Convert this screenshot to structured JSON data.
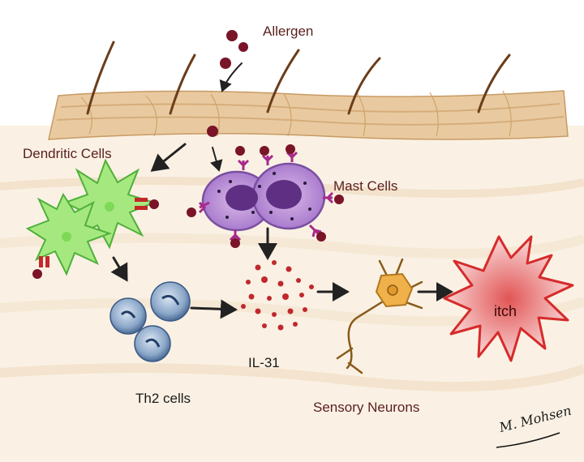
{
  "labels": {
    "allergen": "Allergen",
    "dendritic_cells": "Dendritic Cells",
    "mast_cells": "Mast Cells",
    "il31": "IL-31",
    "th2_cells": "Th2 cells",
    "sensory_neurons": "Sensory Neurons",
    "itch": "itch"
  },
  "signature": "M. Mohsen",
  "colors": {
    "skin_layer": "#e9caa0",
    "dermis": "#faf1e4",
    "hair": "#6b3d1a",
    "allergen": "#7a1428",
    "dendritic_cell": "#7ed957",
    "mast_cell": "#8e4fb8",
    "th2_cell": "#5b7fae",
    "il31_dots": "#c0282d",
    "neuron": "#e09a2c",
    "itch": "#d62b2b",
    "label_text": "#5a1e1e"
  }
}
